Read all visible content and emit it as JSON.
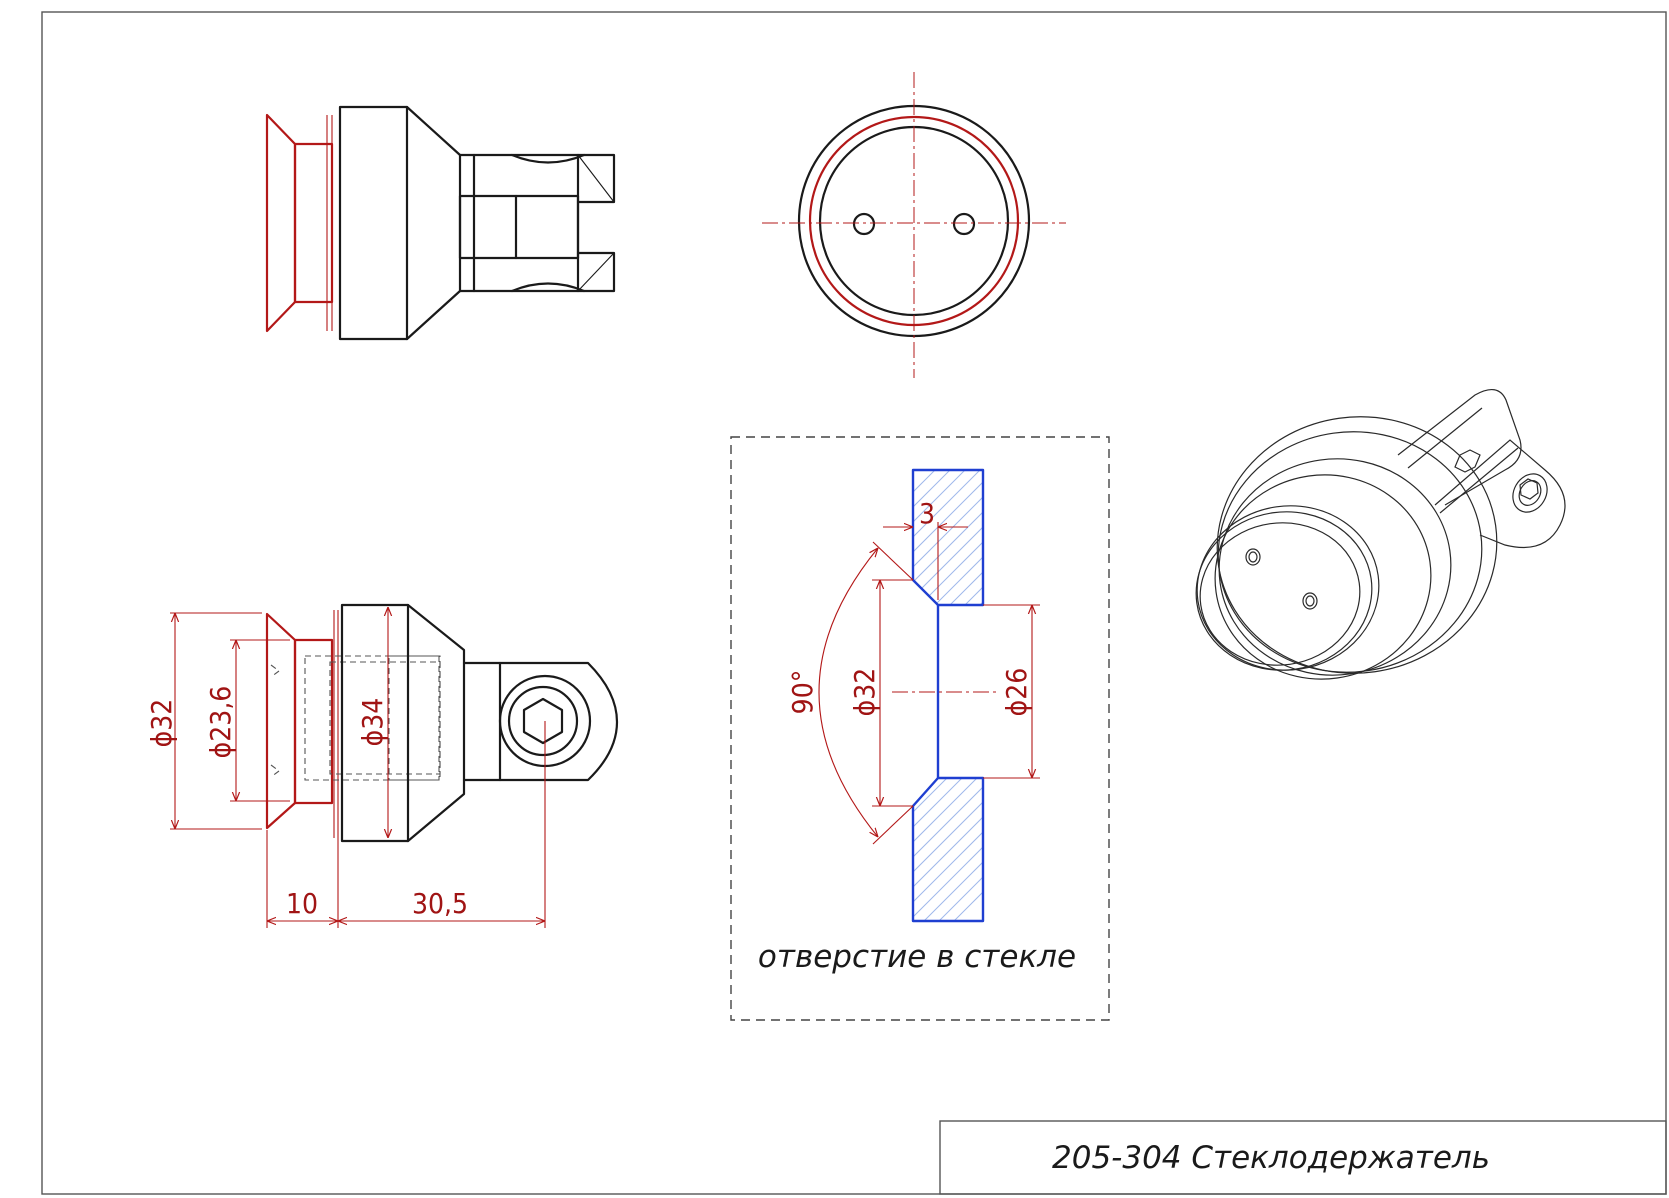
{
  "title_block": {
    "title": "205-304 Стеклодержатель"
  },
  "glass_hole_detail": {
    "caption": "отверстие в стекле",
    "dimensions": {
      "glass_offset": "3",
      "countersink_angle": "90°",
      "outer_diameter": "ϕ32",
      "inner_diameter": "ϕ26"
    }
  },
  "bottom_view": {
    "dimensions": {
      "flange_diameter": "ϕ32",
      "inner_diameter": "ϕ23,6",
      "body_diameter": "ϕ34",
      "head_length": "10",
      "body_length": "30,5"
    }
  },
  "colors": {
    "outline": "#1a1a1a",
    "dimension": "#b31818",
    "glass_section": "#1f3fd1",
    "glass_hatch": "#9fb8ea"
  }
}
